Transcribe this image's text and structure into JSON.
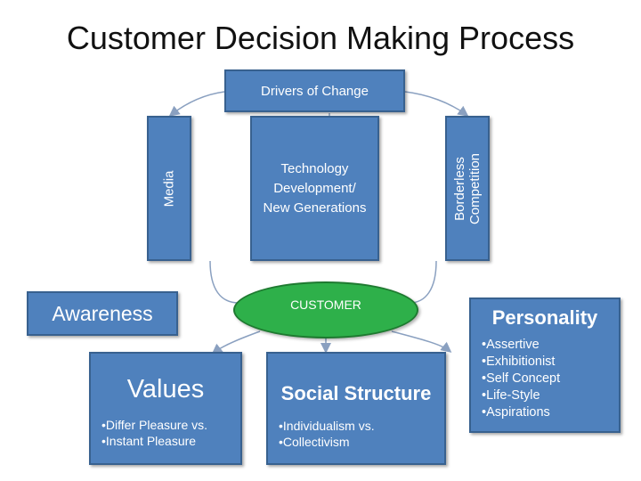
{
  "title": "Customer Decision Making Process",
  "drivers": {
    "label": "Drivers of Change"
  },
  "media": {
    "label": "Media"
  },
  "borderless": {
    "line1": "Borderless",
    "line2": "Competition"
  },
  "technology": {
    "line1": "Technology",
    "line2": "Development/",
    "line3": "New Generations"
  },
  "customer": {
    "label": "CUSTOMER"
  },
  "awareness": {
    "label": "Awareness"
  },
  "values": {
    "title": "Values",
    "items": [
      "Differ Pleasure vs.",
      "Instant Pleasure"
    ]
  },
  "social_structure": {
    "title": "Social Structure",
    "items": [
      "Individualism vs.",
      "Collectivism"
    ]
  },
  "personality": {
    "title": "Personality",
    "items": [
      "Assertive",
      "Exhibitionist",
      "Self Concept",
      "Life-Style",
      "Aspirations"
    ]
  },
  "colors": {
    "box_fill": "#4f81bd",
    "box_border": "#38618f",
    "customer_fill": "#2eb04a",
    "line": "#8aa0c0"
  }
}
